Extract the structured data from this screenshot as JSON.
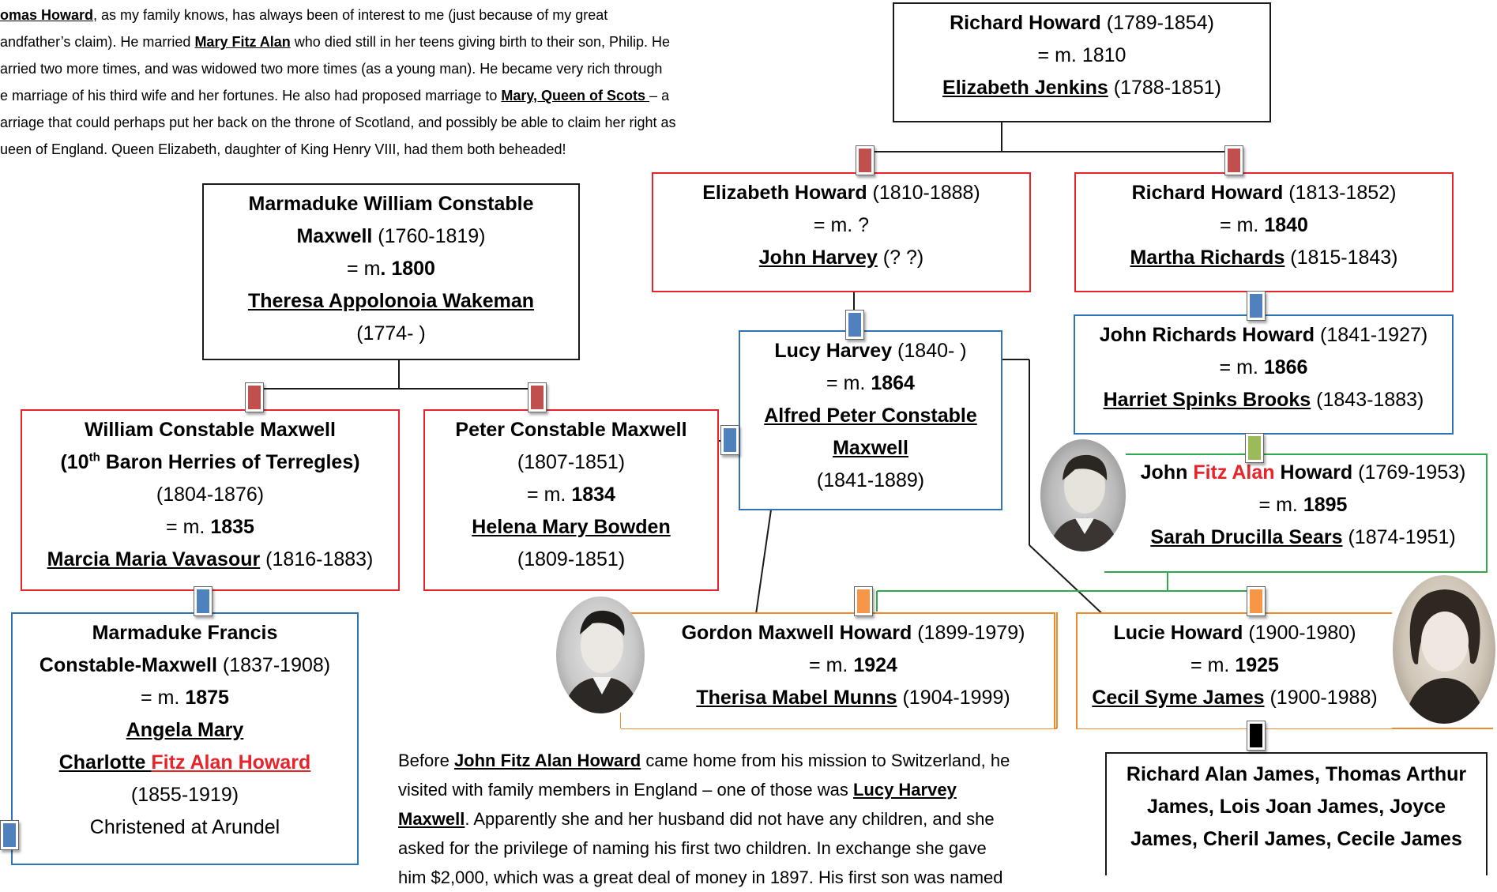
{
  "intro": {
    "line1_a": "omas Howard",
    "line1_b": ", as my family knows, has always been of interest to me (just because of my great",
    "line2_a": "andfather’s claim).  He married ",
    "line2_b": "Mary Fitz  Alan",
    "line2_c": " who died still in her teens giving birth to their son, Philip.  He",
    "line3": "arried two more times, and was widowed two more times (as a young man).  He became very rich through",
    "line4_a": "e marriage of his third wife and her fortunes.  He also had proposed marriage to ",
    "line4_b": "Mary, Queen of Scots ",
    "line4_c": "– a",
    "line5": "arriage that could perhaps put her back on the throne of Scotland, and possibly be able to claim her right as",
    "line6": "ueen of England.  Queen Elizabeth, daughter of King Henry VIII, had them both beheaded!"
  },
  "boxes": {
    "richard1789": {
      "name": "Richard Howard",
      "dates": " (1789-1854)",
      "marr_a": "= m. ",
      "marr_b": "1810",
      "spouse": "Elizabeth Jenkins",
      "spouse_dates": " (1788-1851)"
    },
    "elizabeth1810": {
      "name": "Elizabeth Howard",
      "dates": "  (1810-1888)",
      "marr": "= m. ?",
      "spouse": "John Harvey",
      "spouse_dates": " (? ?)"
    },
    "richard1813": {
      "name": "Richard Howard",
      "dates": " (1813-1852)",
      "marr_a": "= m. ",
      "marr_b": "1840",
      "spouse": "Martha Richards",
      "spouse_dates": " (1815-1843)"
    },
    "marmaduke1760": {
      "name1": "Marmaduke William Constable",
      "name2": "Maxwell",
      "dates": " (1760-1819)",
      "marr_a": "= m",
      "marr_b": ". 1800",
      "spouse": "Theresa Appolonoia Wakeman",
      "spouse_dates": "(1774- )"
    },
    "lucy": {
      "name": "Lucy Harvey",
      "dates": " (1840- )",
      "marr_a": "= m. ",
      "marr_b": "1864",
      "spouse1": "Alfred Peter Constable",
      "spouse2": "Maxwell",
      "spouse_dates": "(1841-1889)"
    },
    "johnrichards": {
      "name": "John Richards Howard",
      "dates": " (1841-1927)",
      "marr_a": "= m. ",
      "marr_b": "1866",
      "spouse": "Harriet Spinks Brooks",
      "spouse_dates": " (1843-1883)"
    },
    "william": {
      "name": "William Constable Maxwell",
      "title_a": "(10",
      "title_sup": "th",
      "title_b": " Baron Herries of Terregles)",
      "dates": "(1804-1876)",
      "marr_a": "= m. ",
      "marr_b": "1835",
      "spouse": "Marcia Maria Vavasour",
      "spouse_dates": " (1816-1883)"
    },
    "peter": {
      "name": "Peter Constable Maxwell",
      "dates": "(1807-1851)",
      "marr_a": "= m. ",
      "marr_b": "1834",
      "spouse": "Helena Mary Bowden",
      "spouse_dates": "(1809-1851)"
    },
    "johnfitz": {
      "name_a": "John ",
      "name_red": "Fitz Alan",
      "name_b": " Howard",
      "dates": " (1769-1953)",
      "marr_a": "= m. ",
      "marr_b": "1895",
      "spouse": "Sarah Drucilla Sears",
      "spouse_dates": " (1874-1951)"
    },
    "marmaduke1837": {
      "name1": "Marmaduke Francis",
      "name2": "Constable-Maxwell",
      "dates": " (1837-1908)",
      "marr_a": "= m. ",
      "marr_b": "1875",
      "spouse1": "Angela Mary",
      "spouse2_a": "Charlotte ",
      "spouse2_red": "Fitz Alan Howard",
      "spouse_dates": "(1855-1919)",
      "note": "Christened at Arundel"
    },
    "gordon": {
      "name": "Gordon Maxwell  Howard",
      "dates": " (1899-1979)",
      "marr_a": "= m. ",
      "marr_b": "1924",
      "spouse": "Therisa Mabel Munns",
      "spouse_dates": " (1904-1999)"
    },
    "lucie": {
      "name": "Lucie Howard",
      "dates": " (1900-1980)",
      "marr_a": "= m. ",
      "marr_b": "1925",
      "spouse": "Cecil Syme James",
      "spouse_dates": " (1900-1988)"
    },
    "children": {
      "line1": "Richard Alan James, Thomas Arthur",
      "line2": "James, Lois Joan James, Joyce",
      "line3": "James, Cheril James, Cecile James"
    }
  },
  "story": {
    "l1_a": "Before ",
    "l1_b": "John Fitz Alan Howard",
    "l1_c": " came home from his mission to Switzerland, he",
    "l2_a": "visited with family members in England – one of those was ",
    "l2_b": "Lucy Harvey",
    "l3_a": "Maxwell",
    "l3_b": ".  Apparently she and her husband did not have any children, and she",
    "l4": "asked for the privilege of naming his first two children.  In exchange she gave",
    "l5": "him $2,000, which was a great deal of money in 1897.  His first son was named"
  },
  "colors": {
    "red": "#e8242b",
    "blue": "#2e74b5",
    "green": "#2ea84a",
    "orange": "#ee8a2c",
    "book_red": "#c0504d",
    "book_blue": "#4f81bd",
    "book_green": "#9bbb59",
    "book_orange": "#f79646",
    "book_black": "#000000"
  },
  "icons": [
    "book-icon",
    "portrait-photo"
  ]
}
